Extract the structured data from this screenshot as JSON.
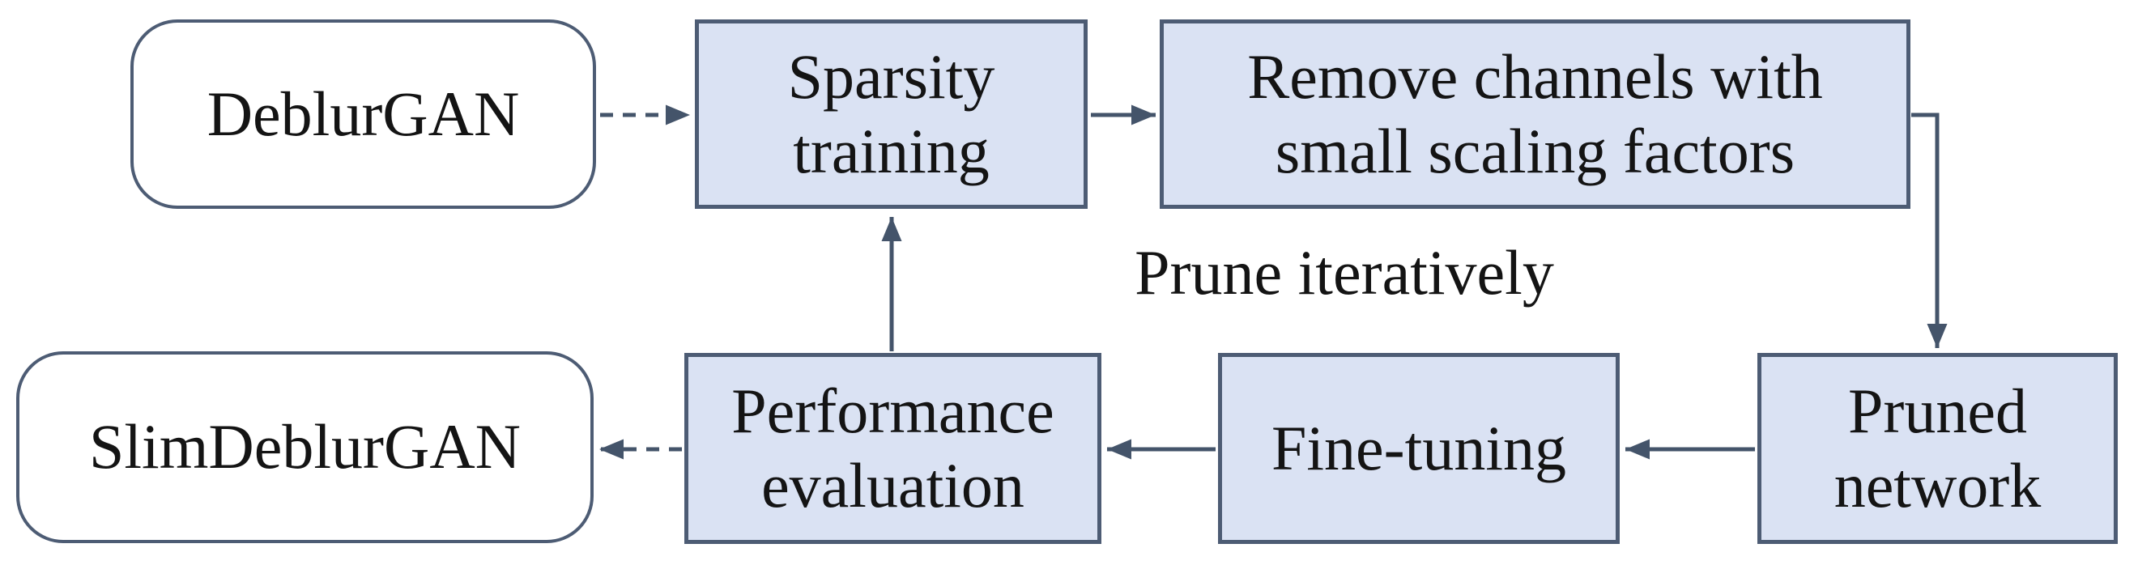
{
  "diagram": {
    "nodes": [
      {
        "id": "deblurgan",
        "label": "DeblurGAN",
        "shape": "terminator",
        "fill": "#ffffff"
      },
      {
        "id": "sparsity-training",
        "label": "Sparsity\ntraining",
        "shape": "process",
        "fill": "#dae2f3"
      },
      {
        "id": "remove-channels",
        "label": "Remove channels with\nsmall scaling factors",
        "shape": "process",
        "fill": "#dae2f3"
      },
      {
        "id": "pruned-network",
        "label": "Pruned\nnetwork",
        "shape": "process",
        "fill": "#dae2f3"
      },
      {
        "id": "fine-tuning",
        "label": "Fine-tuning",
        "shape": "process",
        "fill": "#dae2f3"
      },
      {
        "id": "performance-evaluation",
        "label": "Performance\nevaluation",
        "shape": "process",
        "fill": "#dae2f3"
      },
      {
        "id": "slimdeblurgan",
        "label": "SlimDeblurGAN",
        "shape": "terminator",
        "fill": "#ffffff"
      }
    ],
    "annotation": {
      "text": "Prune iteratively"
    },
    "edges": [
      {
        "from": "deblurgan",
        "to": "sparsity-training",
        "style": "dashed",
        "direction": "right"
      },
      {
        "from": "sparsity-training",
        "to": "remove-channels",
        "style": "solid",
        "direction": "right"
      },
      {
        "from": "remove-channels",
        "to": "pruned-network",
        "style": "solid",
        "direction": "right-then-down"
      },
      {
        "from": "pruned-network",
        "to": "fine-tuning",
        "style": "solid",
        "direction": "left"
      },
      {
        "from": "fine-tuning",
        "to": "performance-evaluation",
        "style": "solid",
        "direction": "left"
      },
      {
        "from": "performance-evaluation",
        "to": "sparsity-training",
        "style": "solid",
        "direction": "up"
      },
      {
        "from": "performance-evaluation",
        "to": "slimdeblurgan",
        "style": "dashed",
        "direction": "left"
      }
    ],
    "colors": {
      "process_fill": "#dae2f3",
      "terminator_fill": "#ffffff",
      "border": "#4d5c74",
      "arrow": "#44546a",
      "text": "#141414"
    }
  }
}
